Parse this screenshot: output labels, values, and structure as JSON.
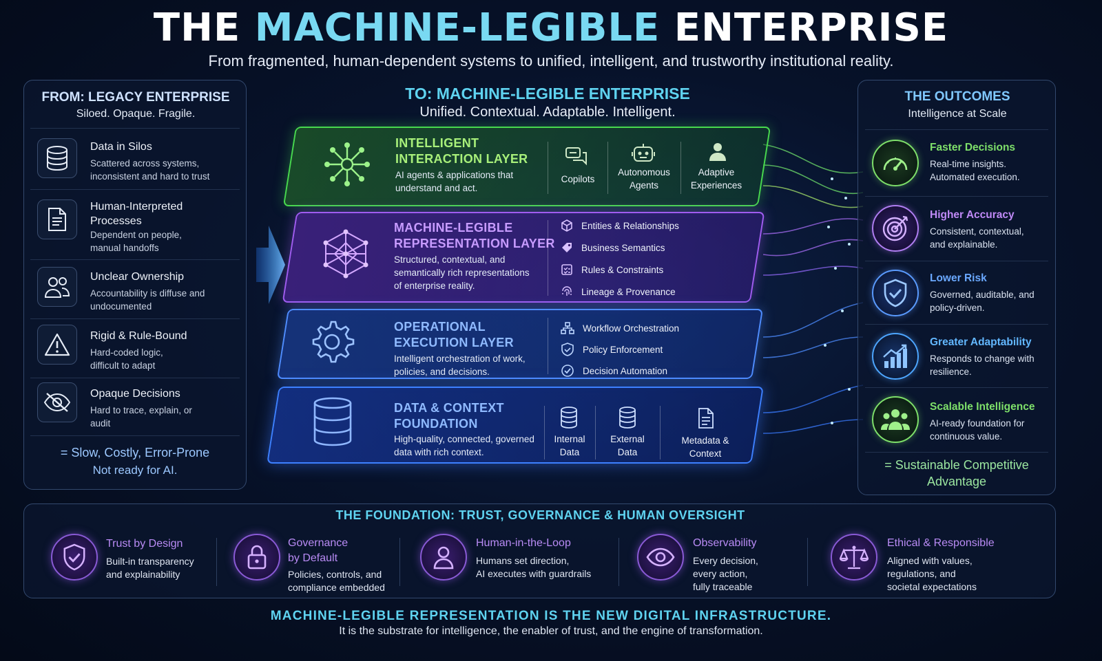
{
  "header": {
    "title_part1": "THE ",
    "title_part2": "MACHINE-LEGIBLE",
    "title_part3": " ENTERPRISE",
    "subtitle": "From fragmented, human-dependent systems to unified, intelligent, and trustworthy institutional reality."
  },
  "legacy": {
    "title": "FROM: LEGACY ENTERPRISE",
    "subtitle": "Siloed. Opaque. Fragile.",
    "items": [
      {
        "icon": "database-icon",
        "title": "Data in Silos",
        "desc": "Scattered across systems, inconsistent and hard to trust"
      },
      {
        "icon": "document-icon",
        "title": "Human-Interpreted Processes",
        "desc": "Dependent on people, manual handoffs"
      },
      {
        "icon": "users-icon",
        "title": "Unclear Ownership",
        "desc": "Accountability is diffuse and undocumented"
      },
      {
        "icon": "warning-icon",
        "title": "Rigid & Rule-Bound",
        "desc": "Hard-coded logic, difficult to adapt"
      },
      {
        "icon": "eye-off-icon",
        "title": "Opaque Decisions",
        "desc": "Hard to trace, explain, or audit"
      }
    ],
    "result_line1": "= Slow, Costly, Error-Prone",
    "result_line2": "Not ready for AI."
  },
  "target": {
    "title": "TO: MACHINE-LEGIBLE ENTERPRISE",
    "subtitle": "Unified. Contextual. Adaptable. Intelligent."
  },
  "layers": {
    "interaction": {
      "title_line1": "INTELLIGENT",
      "title_line2": "INTERACTION LAYER",
      "desc_line1": "AI agents & applications that",
      "desc_line2": "understand and act.",
      "subs": [
        {
          "icon": "chat-icon",
          "line1": "Copilots",
          "line2": ""
        },
        {
          "icon": "robot-icon",
          "line1": "Autonomous",
          "line2": "Agents"
        },
        {
          "icon": "person-icon",
          "line1": "Adaptive",
          "line2": "Experiences"
        }
      ],
      "color": "#3fd24a"
    },
    "representation": {
      "title_line1": "MACHINE-LEGIBLE",
      "title_line2": "REPRESENTATION LAYER",
      "desc_line1": "Structured, contextual, and",
      "desc_line2": "semantically rich representations",
      "desc_line3": "of enterprise reality.",
      "items": [
        {
          "icon": "cube-icon",
          "label": "Entities & Relationships"
        },
        {
          "icon": "tag-icon",
          "label": "Business Semantics"
        },
        {
          "icon": "checklist-icon",
          "label": "Rules & Constraints"
        },
        {
          "icon": "fingerprint-icon",
          "label": "Lineage & Provenance"
        }
      ],
      "color": "#a35cf2"
    },
    "execution": {
      "title_line1": "OPERATIONAL",
      "title_line2": "EXECUTION LAYER",
      "desc_line1": "Intelligent orchestration of work,",
      "desc_line2": "policies, and decisions.",
      "items": [
        {
          "icon": "workflow-icon",
          "label": "Workflow Orchestration"
        },
        {
          "icon": "shield-check-icon",
          "label": "Policy Enforcement"
        },
        {
          "icon": "check-circle-icon",
          "label": "Decision Automation"
        }
      ],
      "color": "#4a8dff"
    },
    "foundation": {
      "title_line1": "DATA & CONTEXT",
      "title_line2": "FOUNDATION",
      "desc_line1": "High-quality, connected, governed",
      "desc_line2": "data with rich context.",
      "subs": [
        {
          "icon": "database-icon",
          "line1": "Internal",
          "line2": "Data"
        },
        {
          "icon": "database-icon",
          "line1": "External",
          "line2": "Data"
        },
        {
          "icon": "document-icon",
          "line1": "Metadata &",
          "line2": "Context"
        }
      ],
      "color": "#3a7bff"
    }
  },
  "outcomes": {
    "title": "THE OUTCOMES",
    "subtitle": "Intelligence at Scale",
    "items": [
      {
        "icon": "speedometer-icon",
        "title": "Faster Decisions",
        "desc": "Real-time insights. Automated execution.",
        "color": "#7ee06a"
      },
      {
        "icon": "target-icon",
        "title": "Higher Accuracy",
        "desc": "Consistent, contextual, and explainable.",
        "color": "#c08af7"
      },
      {
        "icon": "shield-check-icon",
        "title": "Lower Risk",
        "desc": "Governed, auditable, and policy-driven.",
        "color": "#6aa8ff"
      },
      {
        "icon": "growth-chart-icon",
        "title": "Greater Adaptability",
        "desc": "Responds to change with resilience.",
        "color": "#62b7ff"
      },
      {
        "icon": "team-icon",
        "title": "Scalable Intelligence",
        "desc": "AI-ready foundation for continuous value.",
        "color": "#7ee06a"
      }
    ],
    "result_line1": "= Sustainable Competitive",
    "result_line2": "Advantage"
  },
  "foundation_bar": {
    "title": "THE FOUNDATION: TRUST, GOVERNANCE & HUMAN OVERSIGHT",
    "items": [
      {
        "icon": "shield-check-icon",
        "title_line1": "Trust by Design",
        "title_line2": "",
        "desc_line1": "Built-in transparency",
        "desc_line2": "and explainability",
        "desc_line3": ""
      },
      {
        "icon": "lock-icon",
        "title_line1": "Governance",
        "title_line2": "by Default",
        "desc_line1": "Policies, controls, and",
        "desc_line2": "compliance embedded",
        "desc_line3": ""
      },
      {
        "icon": "user-icon",
        "title_line1": "Human-in-the-Loop",
        "title_line2": "",
        "desc_line1": "Humans set direction,",
        "desc_line2": "AI executes with guardrails",
        "desc_line3": ""
      },
      {
        "icon": "eye-icon",
        "title_line1": "Observability",
        "title_line2": "",
        "desc_line1": "Every decision,",
        "desc_line2": "every action,",
        "desc_line3": "fully traceable"
      },
      {
        "icon": "scales-icon",
        "title_line1": "Ethical & Responsible",
        "title_line2": "",
        "desc_line1": "Aligned with values,",
        "desc_line2": "regulations, and",
        "desc_line3": "societal expectations"
      }
    ]
  },
  "footer": {
    "headline": "MACHINE-LEGIBLE REPRESENTATION IS THE NEW DIGITAL INFRASTRUCTURE.",
    "tagline": "It is the substrate for intelligence, the enabler of trust, and the engine of transformation."
  },
  "colors": {
    "accent_cyan": "#5fd3f0",
    "outcome_heading": "#80c8ff",
    "outcome_title_green": "#7ee06a",
    "foundation_purple": "#b98bf5"
  }
}
